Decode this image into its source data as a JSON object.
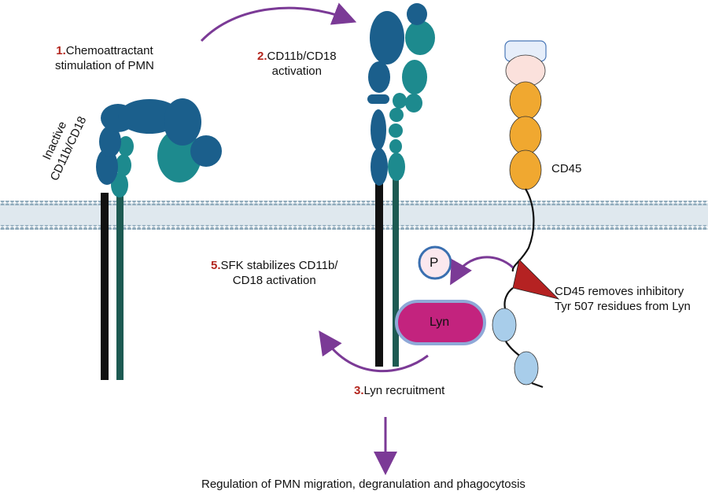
{
  "colors": {
    "cd11b": "#1b5f8c",
    "cd18": "#1d8a8e",
    "cd18_dark": "#176e72",
    "membrane_dot": "#8faabb",
    "membrane_band": "#dfe8ee",
    "cd45_orange": "#f0a830",
    "cd45_pink": "#fbe1dc",
    "cd45_cap": "#e6eefa",
    "cd45_blue": "#a8cdea",
    "catalytic_red": "#b52222",
    "lyn_fill": "#c3237e",
    "lyn_border": "#8fa9d8",
    "arrow_purple": "#7b3a96",
    "step_number": "#b3261e"
  },
  "labels": {
    "inactive": "Inactive",
    "inactive_cd": "CD11b/CD18",
    "step1_num": "1.",
    "step1_text_a": "Chemoattractant",
    "step1_text_b": "stimulation of PMN",
    "step2_num": "2.",
    "step2_text_a": "CD11b/CD18",
    "step2_text_b": "activation",
    "cd45": "CD45",
    "phospho": "P",
    "lyn": "Lyn",
    "cd45_action_a": "CD45 removes inhibitory",
    "cd45_action_b": "Tyr 507 residues from Lyn",
    "step5_num": "5.",
    "step5_text_a": "SFK stabilizes CD11b/",
    "step5_text_b": "CD18 activation",
    "step3_num": "3.",
    "step3_text": "Lyn recruitment",
    "outcome": "Regulation of PMN migration, degranulation and phagocytosis"
  }
}
